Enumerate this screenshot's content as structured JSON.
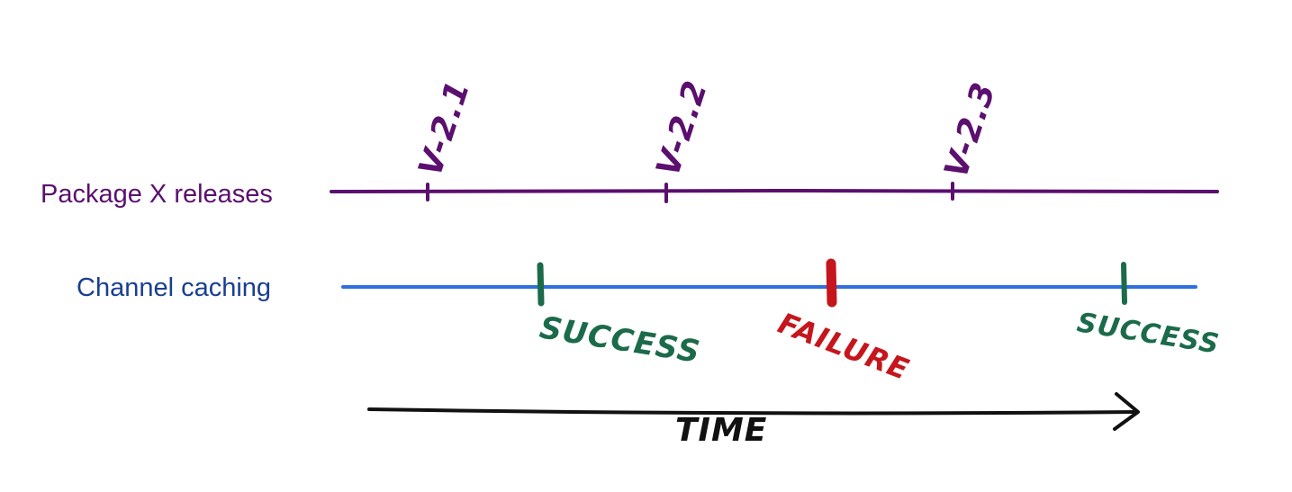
{
  "colors": {
    "releases": "#5b0f6e",
    "caching": "#2f6fe0",
    "caching_label": "#1a3f8f",
    "success": "#1b6b4b",
    "failure": "#c4161c",
    "time": "#111111"
  },
  "releases": {
    "label": "Package X releases",
    "versions": [
      {
        "label": "V-2.1"
      },
      {
        "label": "V-2.2"
      },
      {
        "label": "V-2.3"
      }
    ]
  },
  "caching": {
    "label": "Channel caching",
    "events": [
      {
        "label": "SUCCESS",
        "status": "success"
      },
      {
        "label": "FAILURE",
        "status": "failure"
      },
      {
        "label": "SUCCESS",
        "status": "success"
      }
    ]
  },
  "time_axis": {
    "label": "TIME"
  }
}
